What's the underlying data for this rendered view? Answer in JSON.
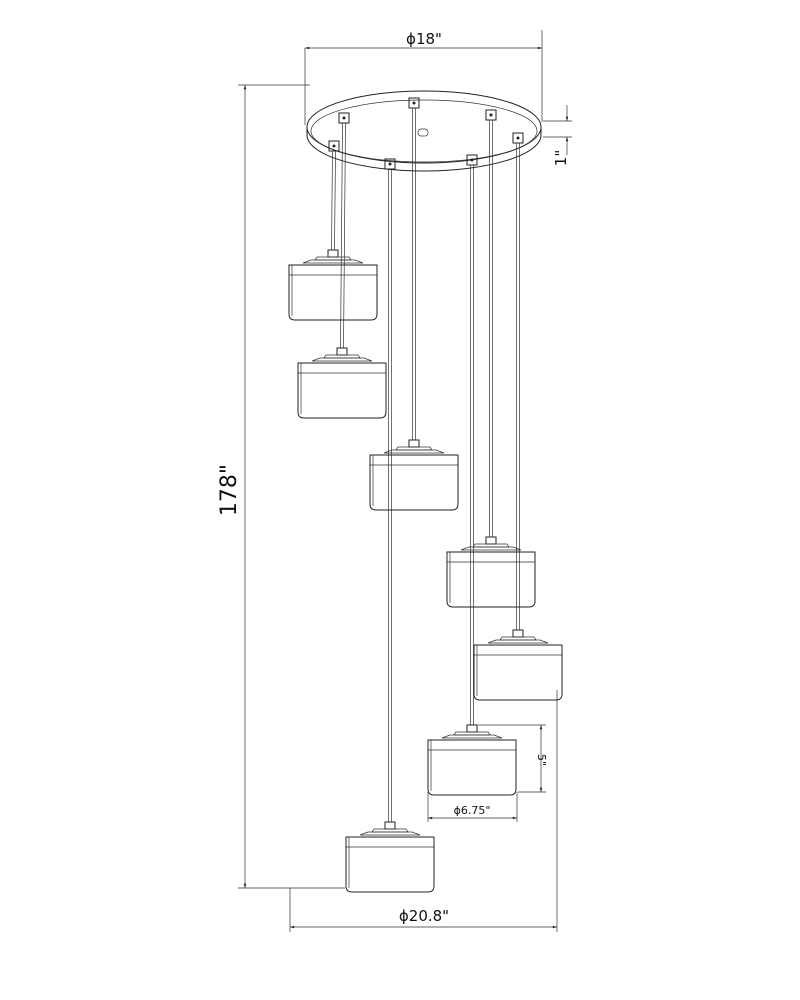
{
  "dimensions": {
    "canopy_diameter": "ϕ18\"",
    "canopy_height": "1\"",
    "overall_height": "178\"",
    "overall_diameter": "ϕ20.8\"",
    "shade_height": "5\"",
    "shade_diameter": "ϕ6.75\""
  },
  "colors": {
    "line": "#222222",
    "background": "#ffffff"
  }
}
